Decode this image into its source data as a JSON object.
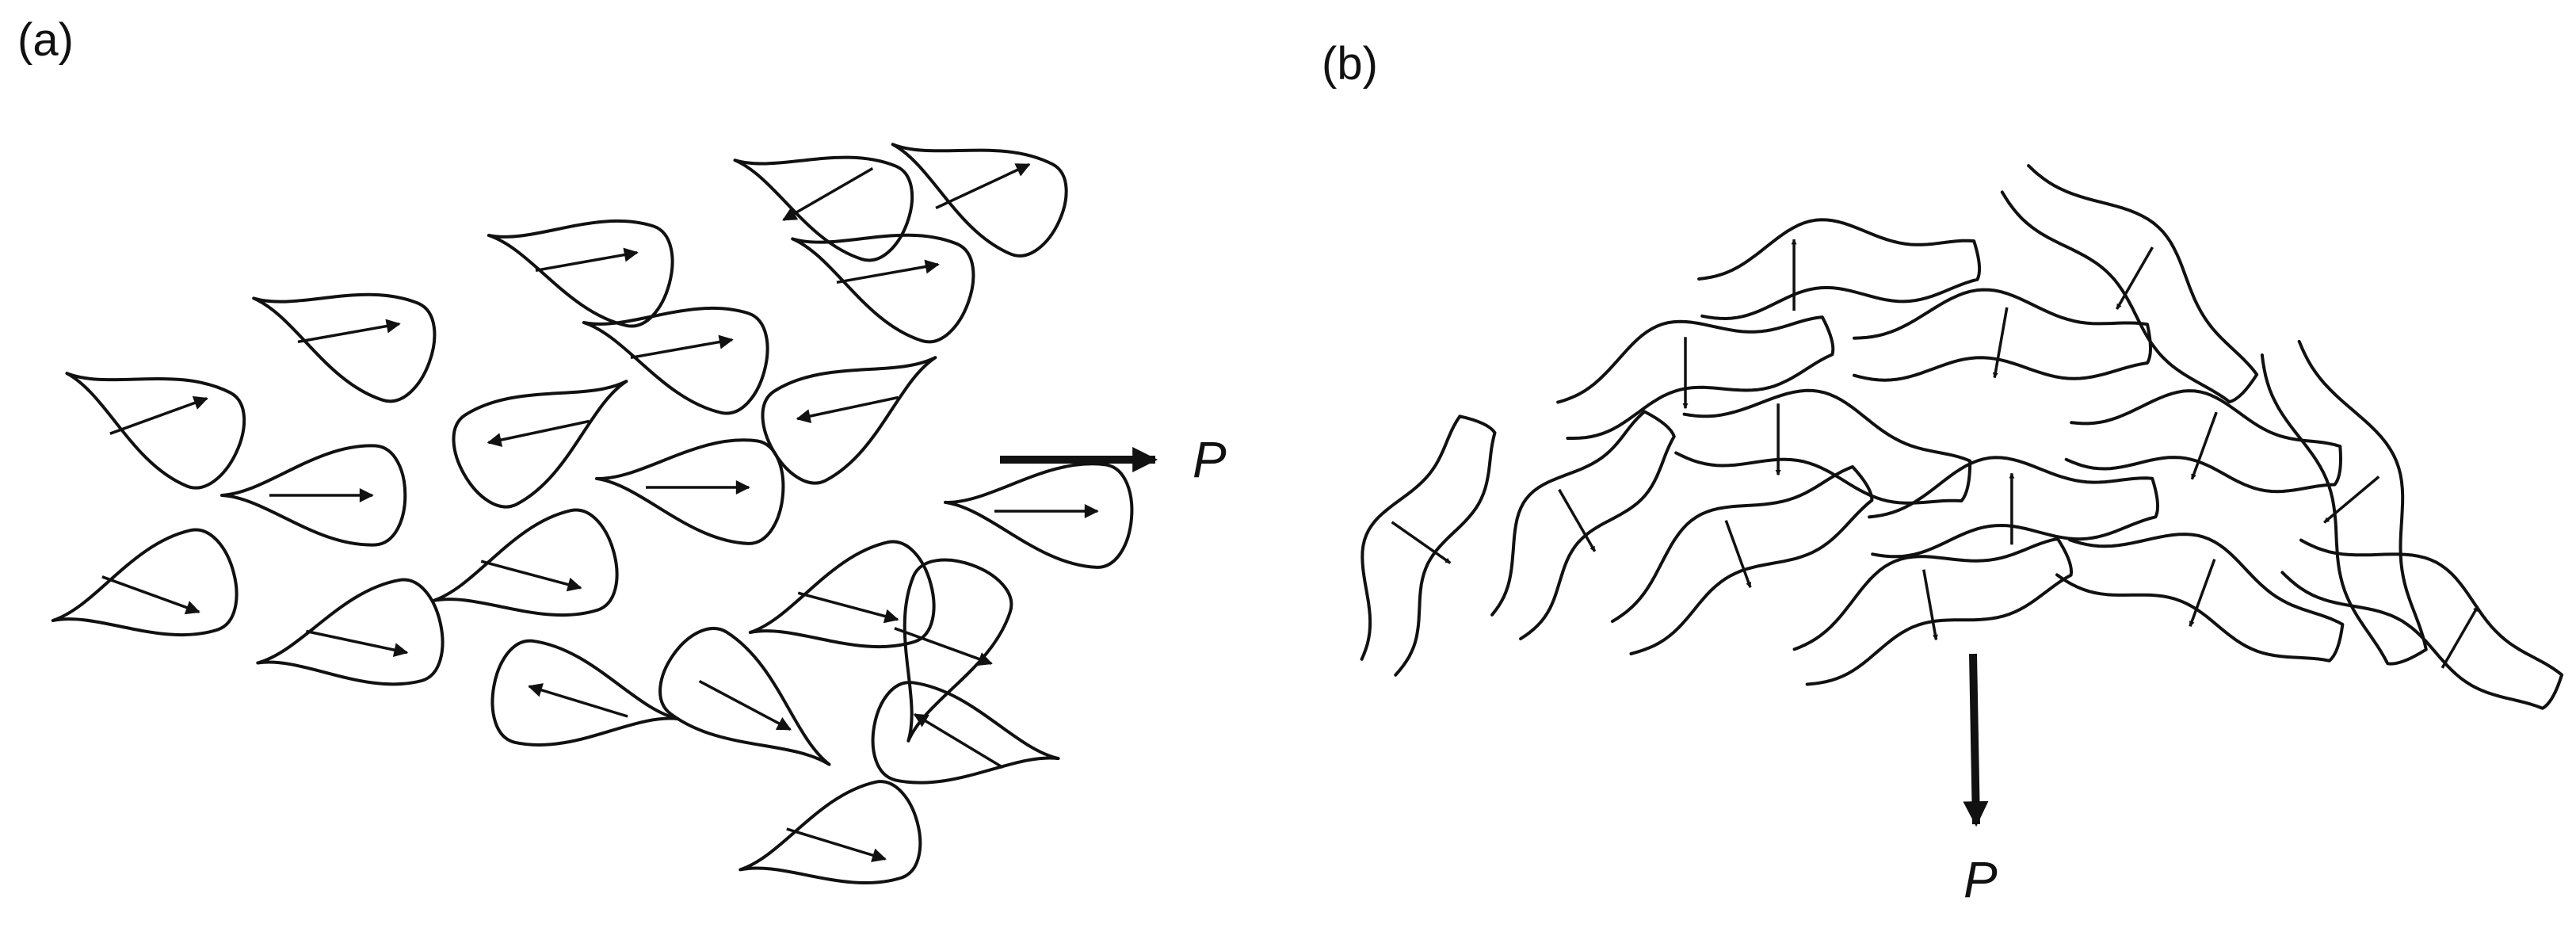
{
  "panel_a": {
    "label": "(a)",
    "polarization_label": "P"
  },
  "panel_b": {
    "label": "(b)",
    "polarization_label": "P"
  },
  "colors": {
    "stroke": "#111111",
    "background": "#ffffff"
  }
}
